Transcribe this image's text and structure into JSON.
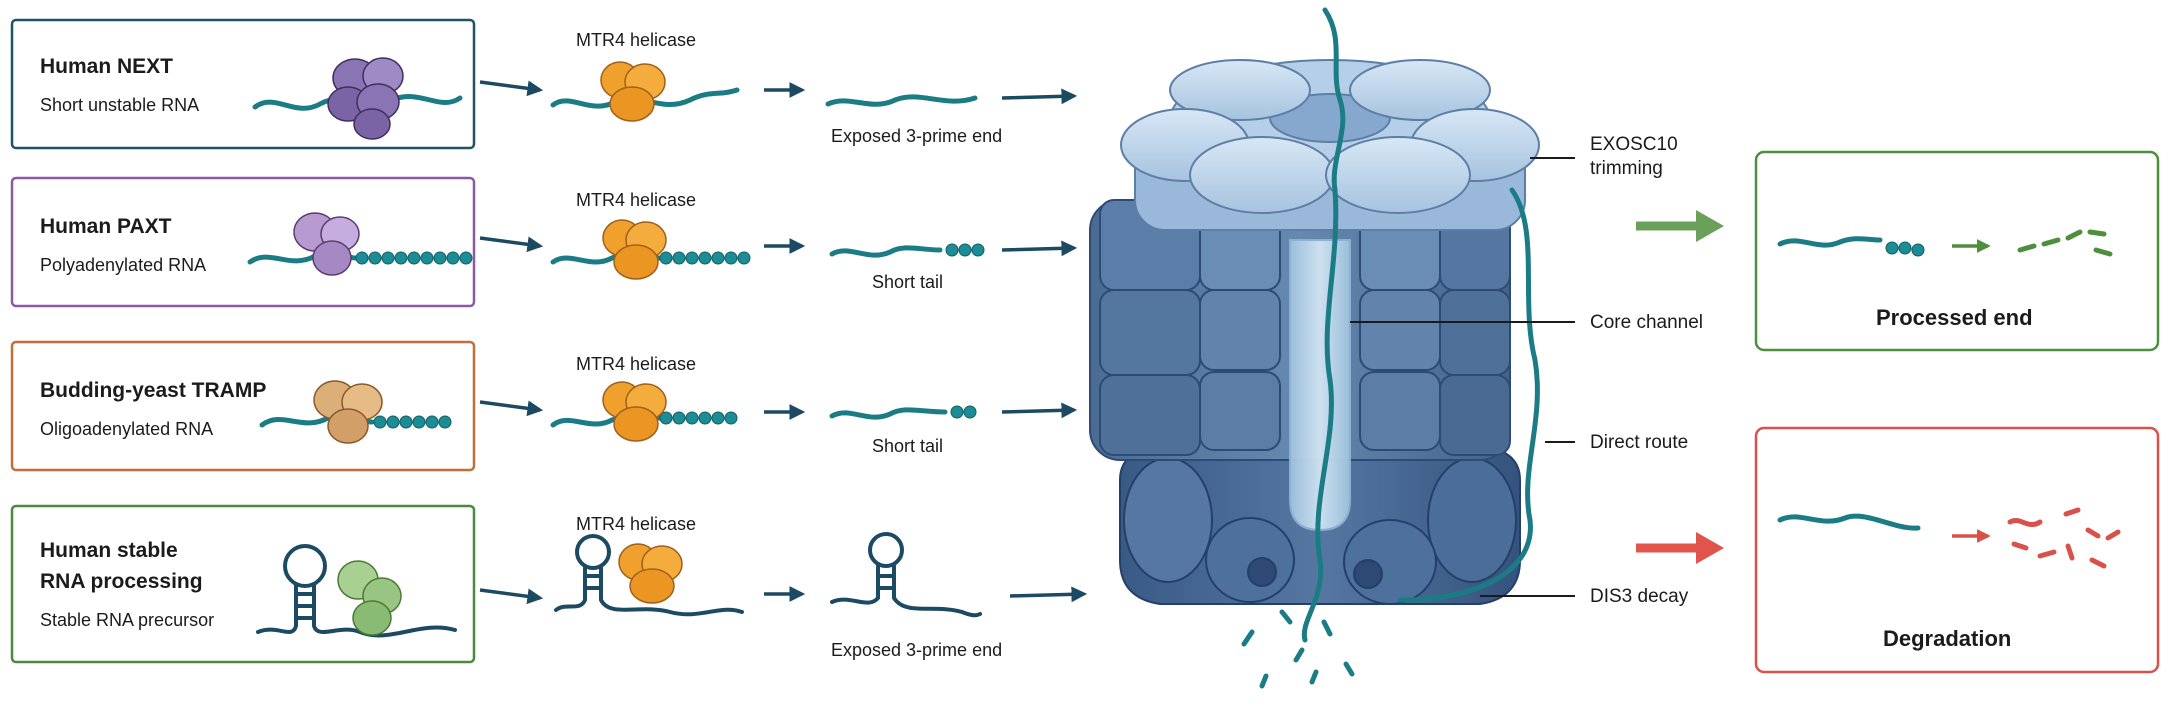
{
  "colors": {
    "next": "#1f5468",
    "paxt": "#8a5aa6",
    "tramp": "#c0703b",
    "stable": "#4b8a3c",
    "rna": "#1c7c86",
    "arrow": "#1c4a62",
    "helicase": "#f0a02c",
    "processed": "#4e8f3e",
    "degradation": "#d9514b"
  },
  "pathways": [
    {
      "title": "Human NEXT",
      "title2": "",
      "subtitle": "Short unstable RNA",
      "cofactor_color": "#8a74b4",
      "helicase_label": "MTR4 helicase",
      "product_label": "Exposed 3-prime end"
    },
    {
      "title": "Human PAXT",
      "title2": "",
      "subtitle": "Polyadenylated RNA",
      "cofactor_color": "#b69ad0",
      "helicase_label": "MTR4 helicase",
      "product_label": "Short tail"
    },
    {
      "title": "Budding-yeast TRAMP",
      "title2": "",
      "subtitle": "Oligoadenylated RNA",
      "cofactor_color": "#dcae78",
      "helicase_label": "MTR4 helicase",
      "product_label": "Short tail"
    },
    {
      "title": "Human stable",
      "title2": "RNA processing",
      "subtitle": "Stable RNA precursor",
      "cofactor_color": "#98c682",
      "helicase_label": "MTR4 helicase",
      "product_label": "Exposed 3-prime end"
    }
  ],
  "exosome_labels": {
    "exosc10": "EXOSC10",
    "exosc10_2": "trimming",
    "core": "Core channel",
    "direct": "Direct route",
    "dis3": "DIS3 decay"
  },
  "outcomes": {
    "processed": "Processed end",
    "degradation": "Degradation"
  }
}
